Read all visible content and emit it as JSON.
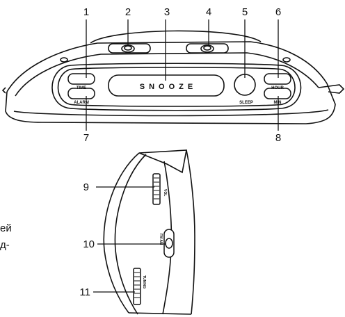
{
  "callouts": [
    "1",
    "2",
    "3",
    "4",
    "5",
    "6",
    "7",
    "8",
    "9",
    "10",
    "11"
  ],
  "top_view": {
    "time_label": "TIME",
    "alarm_label": "ALARM",
    "snooze_label": "SNOOZE",
    "sleep_label": "SLEEP",
    "hour_label": "HOUR",
    "min_label": "MIN"
  },
  "side_view": {
    "vol_label": "VOL",
    "band_label": "FM AM",
    "tuning_label": "TUNING"
  },
  "text_fragments": [
    "ей",
    "д-"
  ]
}
